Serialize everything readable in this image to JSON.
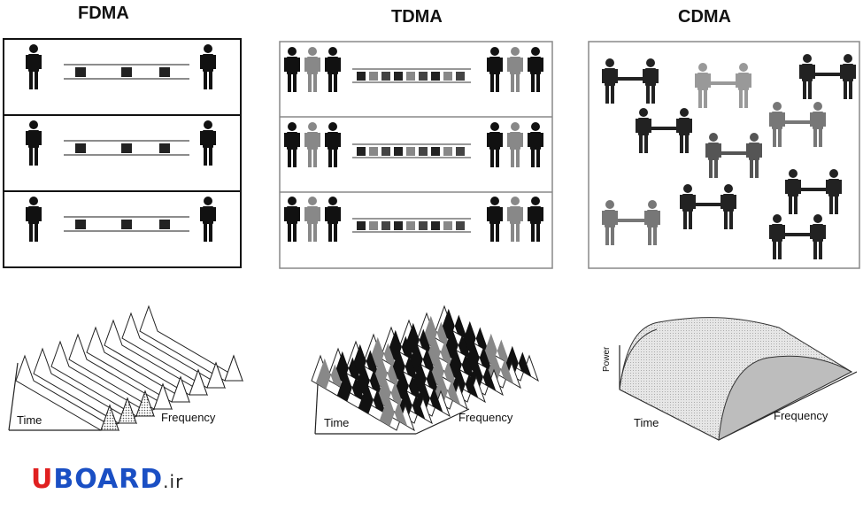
{
  "titles": {
    "fdma": "FDMA",
    "tdma": "TDMA",
    "cdma": "CDMA"
  },
  "axes": {
    "fdma_time": "Time",
    "fdma_frequency": "Frequency",
    "tdma_time": "Time",
    "tdma_frequency": "Frequency",
    "cdma_time": "Time",
    "cdma_frequency": "Frequency",
    "cdma_power": "Power"
  },
  "logo": {
    "u": "U",
    "rest": "BOARD",
    "ir": ".ir"
  },
  "colors": {
    "dark": "#111111",
    "gray": "#888888",
    "mid": "#555555",
    "light": "#aaaaaa"
  }
}
